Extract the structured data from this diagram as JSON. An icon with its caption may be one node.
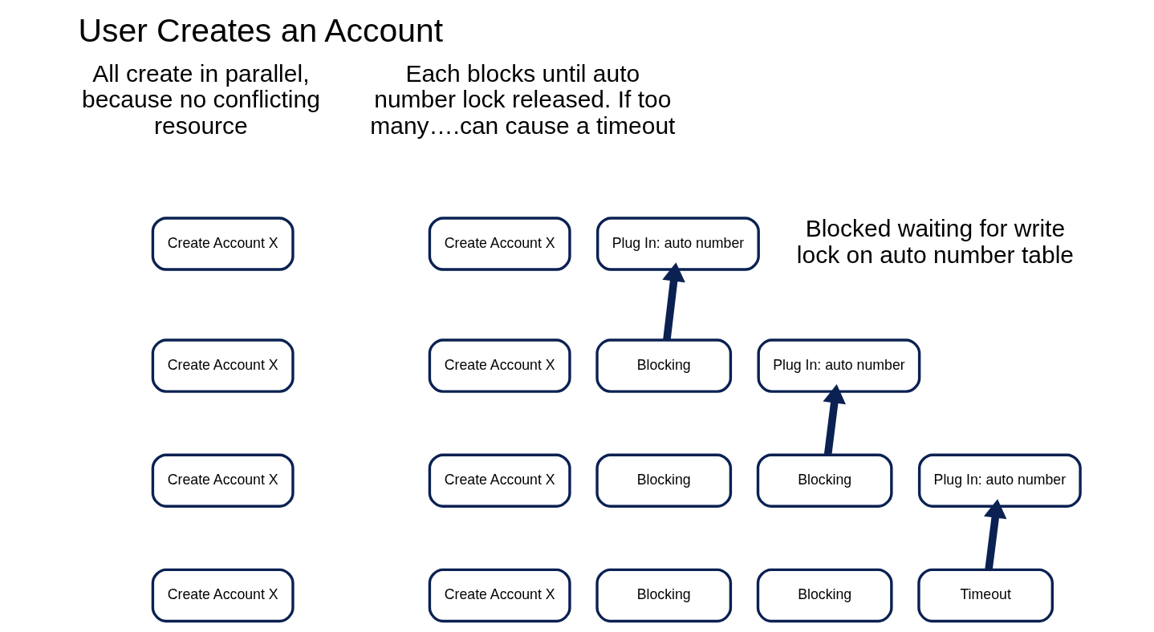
{
  "diagram": {
    "title": "User Creates an Account",
    "nodes": [
      {
        "text": [
          "Create Account X"
        ]
      },
      {
        "text": [
          "Create Account X"
        ]
      },
      {
        "text": [
          "Create Account X"
        ]
      },
      {
        "text": [
          "Create Account X"
        ]
      },
      {
        "text": [
          "Create Account X"
        ]
      },
      {
        "text": [
          "Plug In: auto number"
        ]
      },
      {
        "text": [
          "Create Account X"
        ]
      },
      {
        "text": [
          "Blocking"
        ]
      },
      {
        "text": [
          "Plug In: auto number"
        ]
      },
      {
        "text": [
          "Create Account X"
        ]
      },
      {
        "text": [
          "Blocking"
        ]
      },
      {
        "text": [
          "Blocking"
        ]
      },
      {
        "text": [
          "Plug In: auto number"
        ]
      },
      {
        "text": [
          "Create Account X"
        ]
      },
      {
        "text": [
          "Blocking"
        ]
      },
      {
        "text": [
          "Blocking"
        ]
      },
      {
        "text": [
          "Timeout"
        ]
      }
    ],
    "edges": [
      {
        "from": 7,
        "to": 5,
        "arrow": "to"
      },
      {
        "from": 11,
        "to": 8,
        "arrow": "to"
      },
      {
        "from": 16,
        "to": 12,
        "arrow": "to"
      }
    ],
    "labels": [
      "All create in parallel, because no conflicting resource",
      "Each blocks until auto number lock released. If too many….can cause a timeout",
      "Blocked waiting for write lock on auto number table"
    ]
  }
}
